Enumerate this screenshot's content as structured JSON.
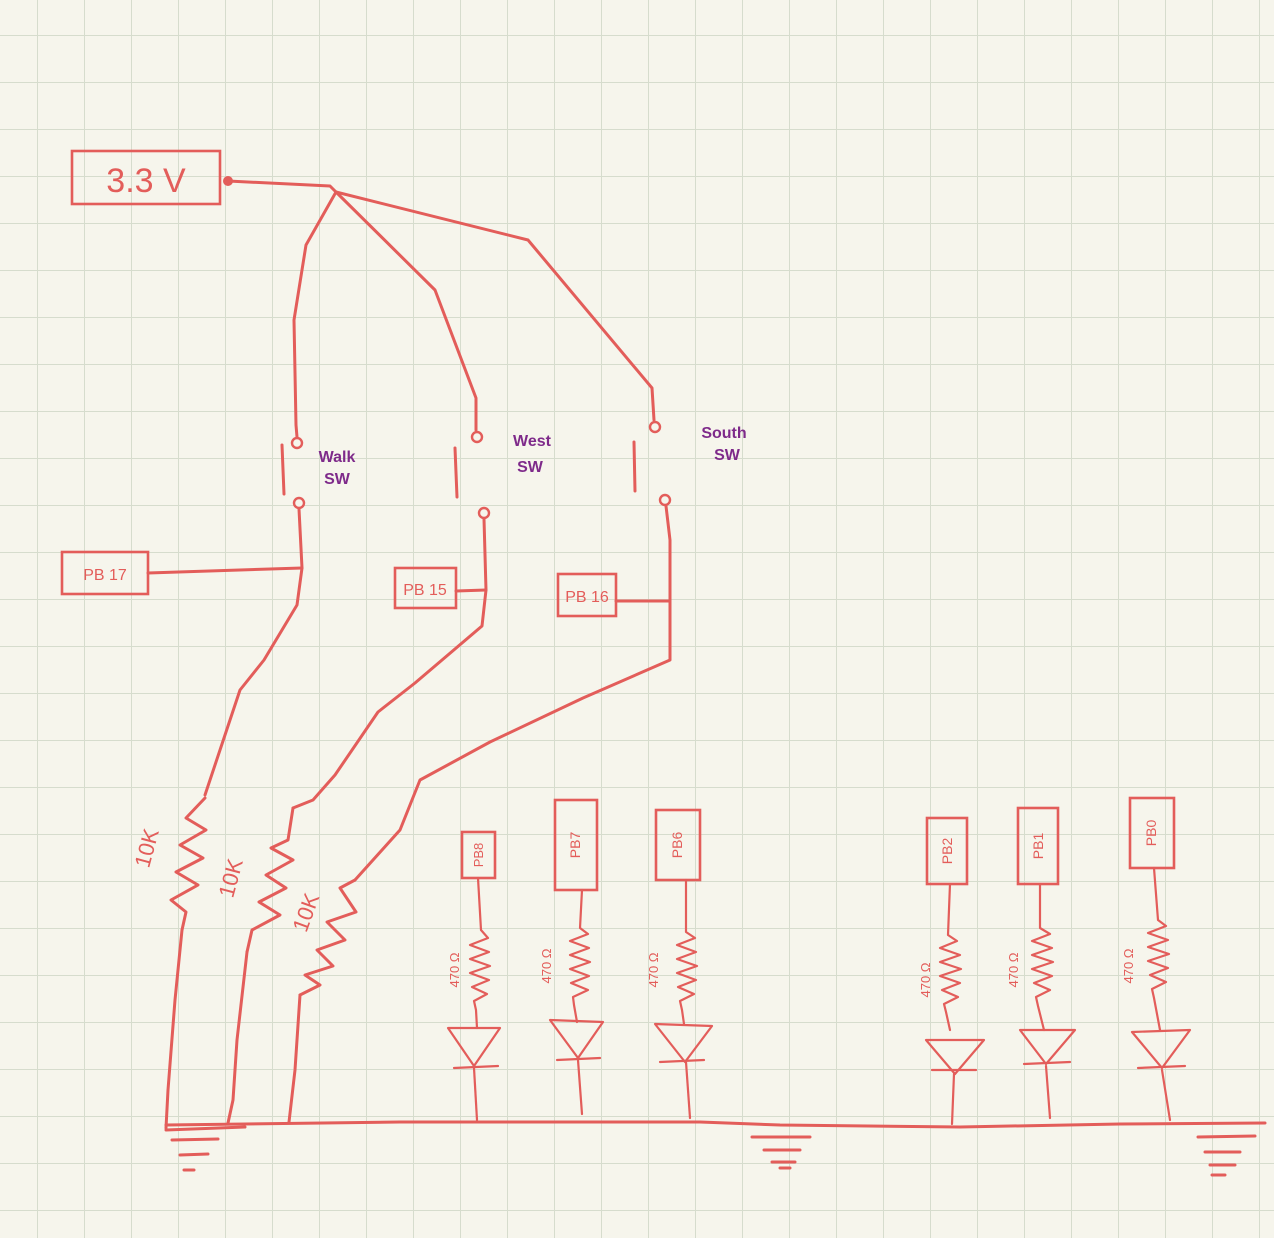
{
  "supply": {
    "label": "3.3 V"
  },
  "switches": [
    {
      "name_line1": "Walk",
      "name_line2": "SW"
    },
    {
      "name_line1": "West",
      "name_line2": "SW"
    },
    {
      "name_line1": "South",
      "name_line2": "SW"
    }
  ],
  "switch_inputs": [
    "PB 17",
    "PB 15",
    "PB 16"
  ],
  "pulldown_resistors": [
    "10K",
    "10K",
    "10K"
  ],
  "led_pins": [
    "PB8",
    "PB7",
    "PB6",
    "PB2",
    "PB1",
    "PB0"
  ],
  "led_resistors": [
    "470 Ω",
    "470 Ω",
    "470 Ω",
    "470 Ω",
    "470 Ω",
    "470 Ω"
  ],
  "colors": {
    "ink": "#e35d5a",
    "switch_label": "#7e2a8a",
    "paper": "#f6f5ec",
    "grid": "#d6dccd"
  }
}
